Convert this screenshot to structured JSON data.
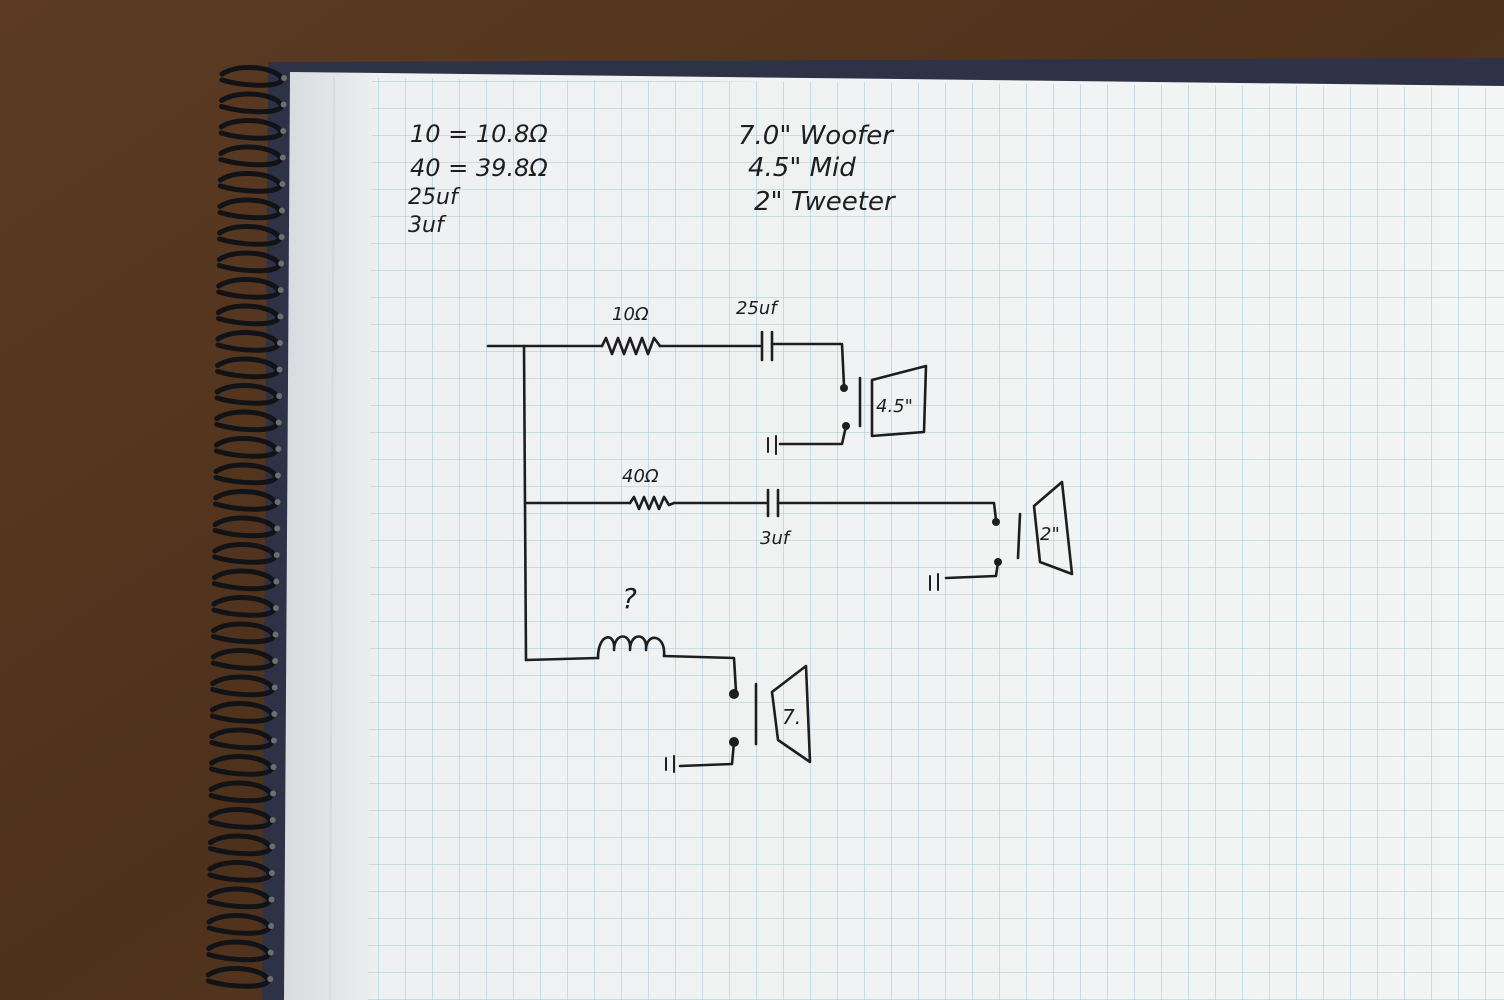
{
  "notes_left": [
    "10 = 10.8Ω",
    "40 = 39.8Ω",
    "25uf",
    "3uf"
  ],
  "notes_right": [
    "7.0\" Woofer",
    "4.5\" Mid",
    "2\" Tweeter"
  ],
  "circuit": {
    "mid_branch": {
      "resistor_label": "10Ω",
      "capacitor_label": "25uf",
      "speaker_label": "4.5\""
    },
    "tweeter_branch": {
      "resistor_label": "40Ω",
      "capacitor_label": "3uf",
      "speaker_label": "2\""
    },
    "woofer_branch": {
      "inductor_label": "?",
      "speaker_label": "7."
    }
  }
}
